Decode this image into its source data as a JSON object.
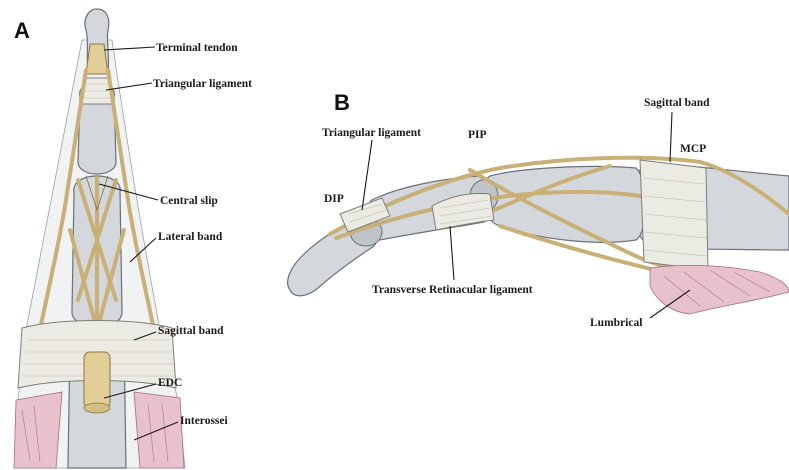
{
  "panels": {
    "a": {
      "letter": "A",
      "labels": {
        "terminal_tendon": "Terminal tendon",
        "triangular_ligament": "Triangular ligament",
        "central_slip": "Central slip",
        "lateral_band": "Lateral band",
        "sagittal_band": "Sagittal band",
        "edc": "EDC",
        "interossei": "Interossei"
      }
    },
    "b": {
      "letter": "B",
      "labels": {
        "triangular_ligament": "Triangular ligament",
        "pip": "PIP",
        "sagittal_band": "Sagittal band",
        "mcp": "MCP",
        "dip": "DIP",
        "transverse_retinacular_ligament": "Transverse Retinacular ligament",
        "lumbrical": "Lumbrical"
      }
    }
  },
  "colors": {
    "bone": "#d4d8dc",
    "tendon": "#e2cf98",
    "band": "#ecebe3",
    "muscle": "#e7c2cd"
  }
}
